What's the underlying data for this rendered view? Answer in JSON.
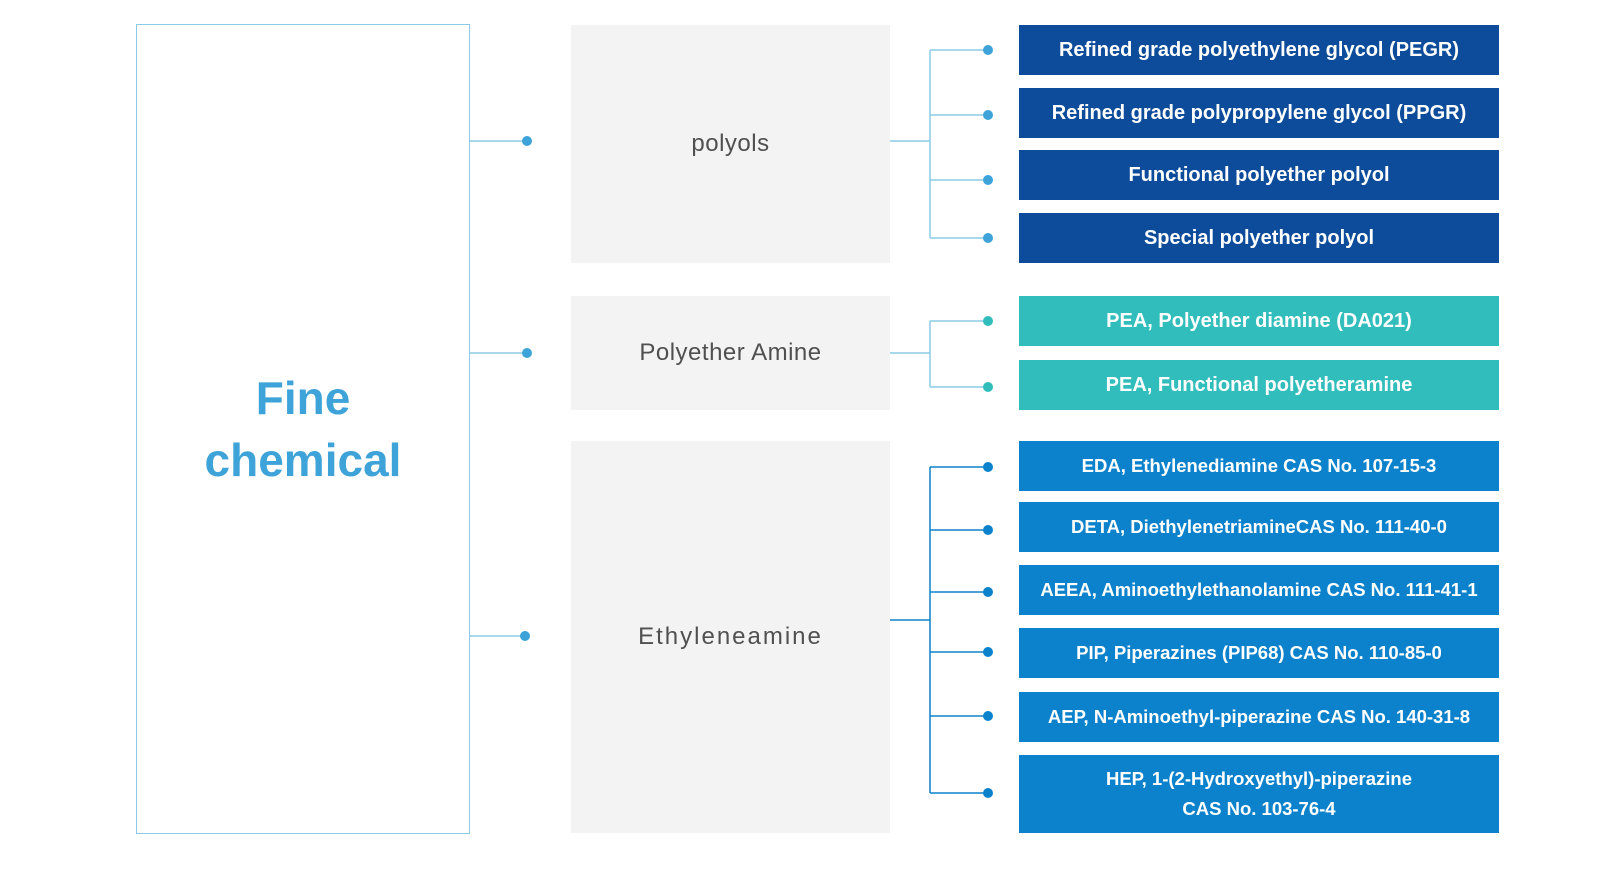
{
  "root": {
    "label": "Fine\nchemical",
    "color": "#3ea3d8",
    "border_color": "#8ccbe6"
  },
  "categories": [
    {
      "label": "polyols",
      "leaf_color": "#0d4c9b",
      "items": [
        "Refined grade polyethylene glycol (PEGR)",
        "Refined grade polypropylene glycol (PPGR)",
        "Functional polyether polyol",
        "Special polyether polyol"
      ]
    },
    {
      "label": "Polyether Amine",
      "leaf_color": "#31bdbb",
      "items": [
        "PEA, Polyether diamine (DA021)",
        "PEA, Functional polyetheramine"
      ]
    },
    {
      "label": "Ethyleneamine",
      "leaf_color": "#0d82cc",
      "items": [
        "EDA, Ethylenediamine CAS No. 107-15-3",
        "DETA, DiethylenetriamineCAS No. 111-40-0",
        "AEEA, Aminoethylethanolamine CAS No. 111-41-1",
        "PIP, Piperazines (PIP68) CAS No. 110-85-0",
        "AEP, N-Aminoethyl-piperazine CAS No. 140-31-8",
        "HEP, 1-(2-Hydroxyethyl)-piperazine\nCAS No. 103-76-4"
      ]
    }
  ],
  "colors": {
    "connector_line": "#8ccbe6",
    "connector_dot": "#3ea3d8",
    "category_bg": "#f3f3f3",
    "category_text": "#505050"
  }
}
